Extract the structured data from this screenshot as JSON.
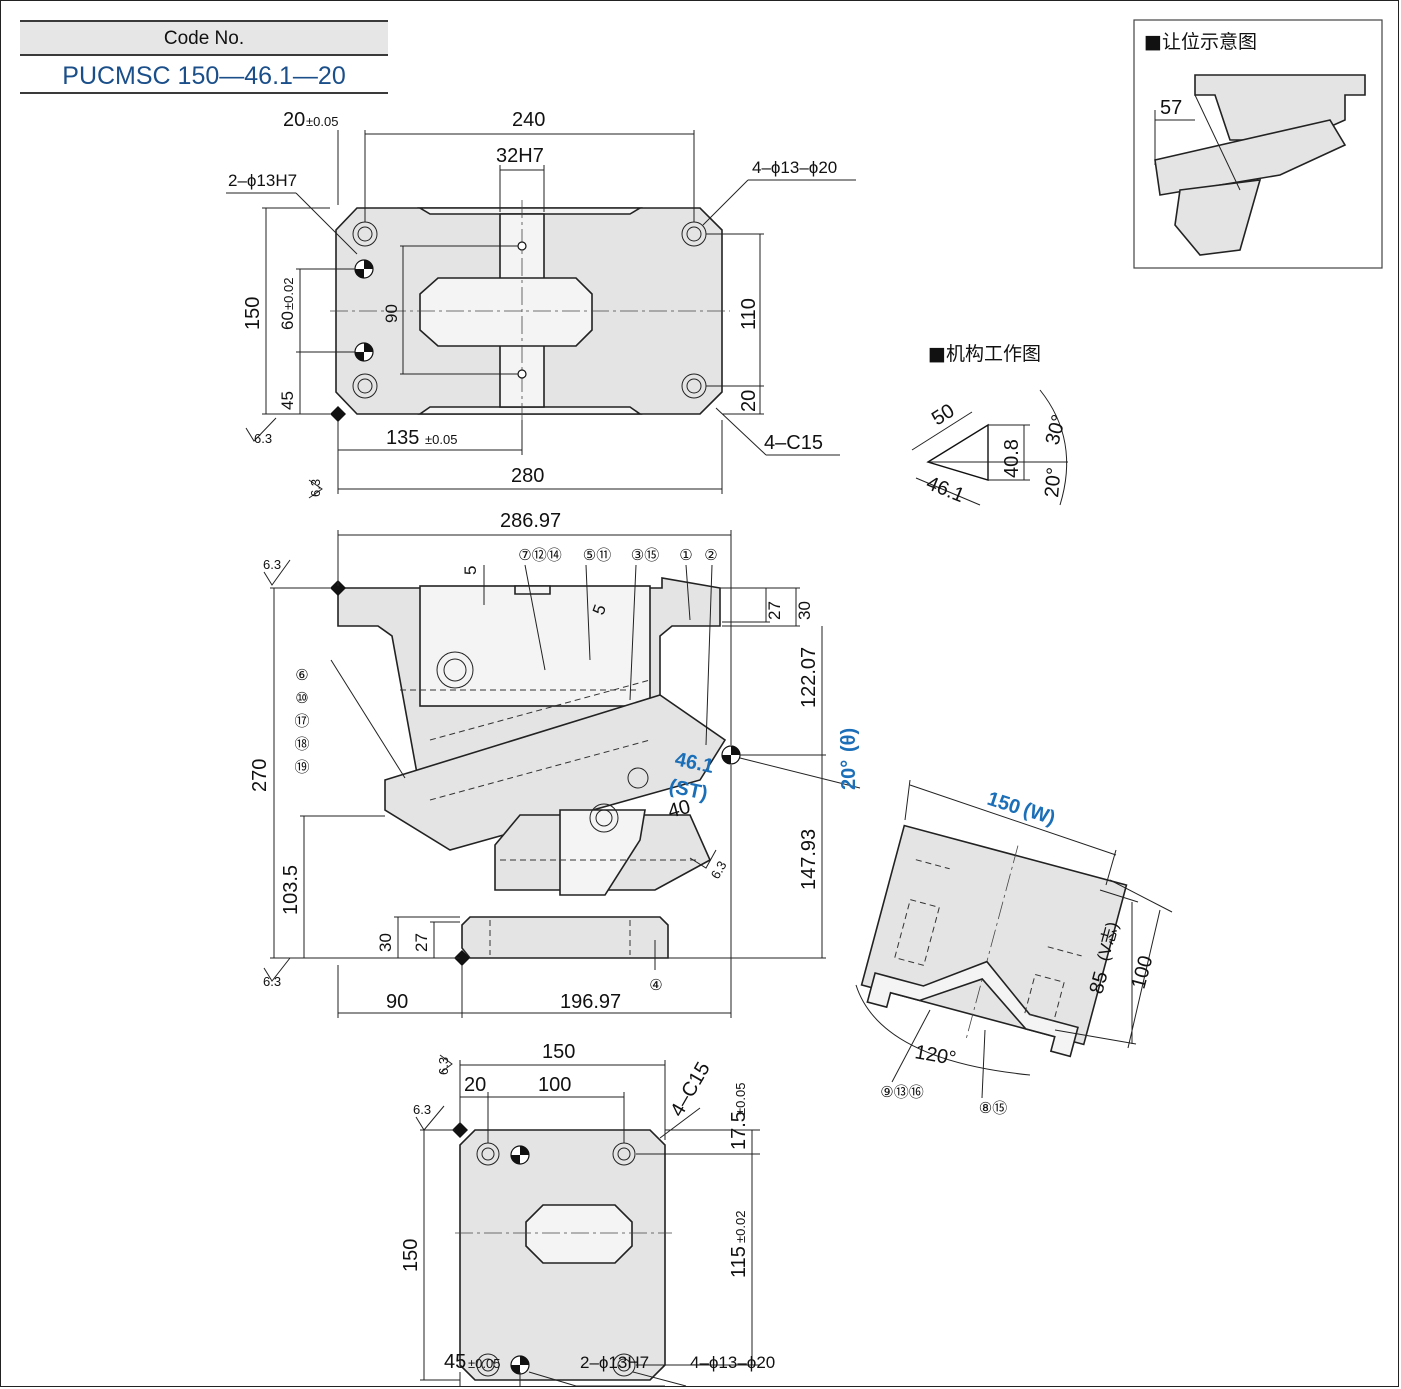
{
  "code_box": {
    "label": "Code No.",
    "value": "PUCMSC 150—46.1—20"
  },
  "inset_clearance": {
    "title": "■让位示意图",
    "dim": "57"
  },
  "inset_mechanism": {
    "title": "■机构工作图",
    "dims": [
      "50",
      "40.8",
      "46.1",
      "30°",
      "20°"
    ]
  },
  "top_view": {
    "dim_20": "20",
    "tol_005": "±0.05",
    "dim_240": "240",
    "dim_32h7": "32H7",
    "hole_dowel": "2–ϕ13H7",
    "hole_bolt": "4–ϕ13–ϕ20",
    "dim_150": "150",
    "dim_60": "60",
    "tol_002": "±0.02",
    "dim_45": "45",
    "dim_90": "90",
    "dim_110": "110",
    "dim_20b": "20",
    "dim_135": "135",
    "dim_280": "280",
    "chamfer": "4–C15",
    "rough1": "6.3",
    "rough2": "6.3"
  },
  "front_view": {
    "dim_28697": "286.97",
    "dim_5a": "5",
    "dim_5b": "5",
    "dim_27": "27",
    "dim_30": "30",
    "dim_12207": "122.07",
    "dim_270": "270",
    "dim_1035": "103.5",
    "dim_30b": "30",
    "dim_27b": "27",
    "dim_90": "90",
    "dim_19697": "196.97",
    "dim_14793": "147.93",
    "dim_40": "40",
    "stroke": "46.1",
    "stroke_label": "(ST)",
    "angle": "20°",
    "angle_sym": "(θ)",
    "rough1": "6.3",
    "rough2": "6.3",
    "rough3": "6.3",
    "part_top": [
      "⑦⑫⑭",
      "⑤⑪",
      "③⑮",
      "①",
      "②"
    ],
    "part_left": [
      "⑥",
      "⑩",
      "⑰",
      "⑱",
      "⑲"
    ],
    "part_bottom": "④"
  },
  "side_view": {
    "width_label": "150",
    "width_sym": "(W)",
    "dim_85": "85",
    "v_label": "(V志)",
    "dim_100": "100",
    "angle_120": "120°",
    "part_a": "⑨⑬⑯",
    "part_b": "⑧⑮"
  },
  "bottom_view": {
    "dim_150": "150",
    "dim_20": "20",
    "dim_100": "100",
    "chamfer": "4–C15",
    "dim_175": "17.5",
    "tol_005": "±0.05",
    "dim_115": "115",
    "tol_002": "±0.02",
    "dim_150v": "150",
    "dim_45": "45",
    "tol_005b": "±0.05",
    "hole_dowel": "2–ϕ13H7",
    "hole_bolt": "4–ϕ13–ϕ20",
    "rough1": "6.3",
    "rough2": "6.3"
  }
}
